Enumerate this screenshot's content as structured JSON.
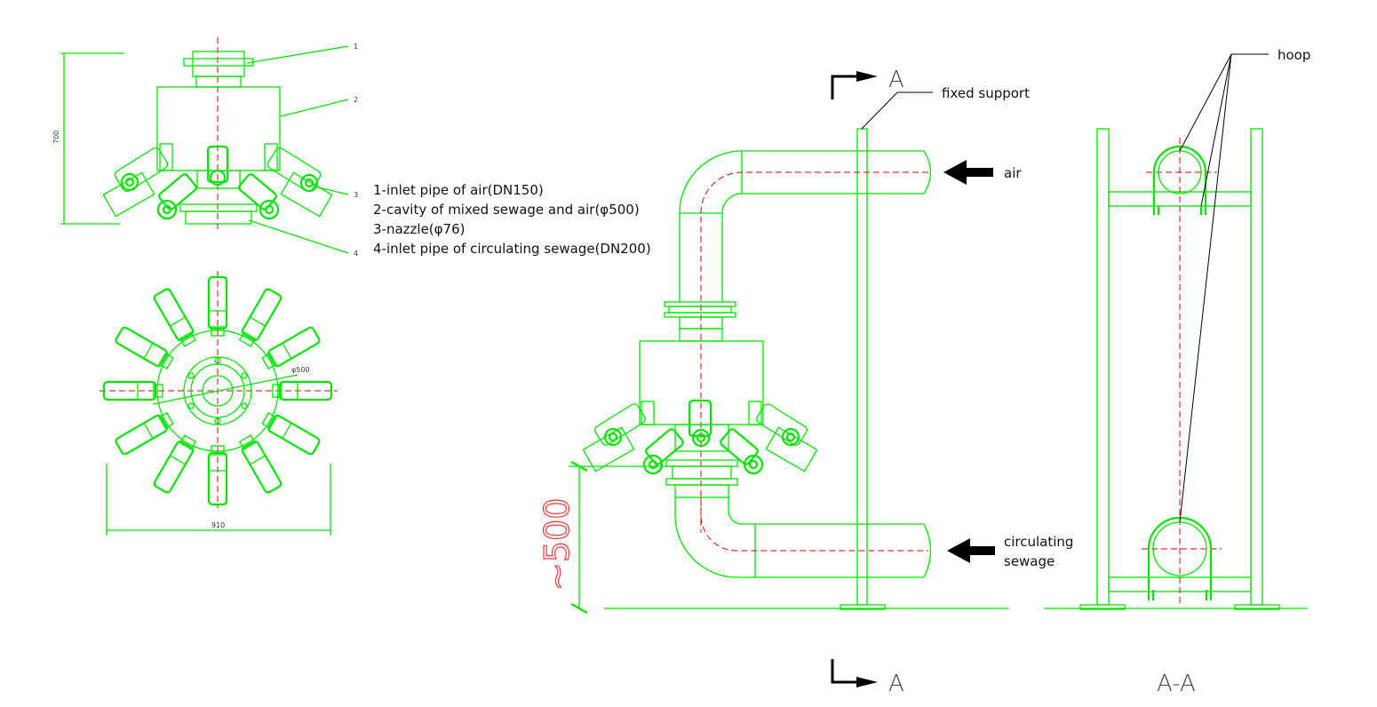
{
  "legend": {
    "line1": "1-inlet pipe of air(DN150)",
    "line2": "2-cavity of mixed sewage and air(φ500)",
    "line3": "3-nazzle(φ76)",
    "line4": "4-inlet pipe of circulating sewage(DN200)"
  },
  "callouts": {
    "c1": "1",
    "c2": "2",
    "c3": "3",
    "c4": "4"
  },
  "dims": {
    "height": "700",
    "width": "910",
    "diameter": "φ500",
    "drop": "~500"
  },
  "labels": {
    "fixed_support": "fixed support",
    "air": "air",
    "circulating": "circulating",
    "sewage": "sewage",
    "hoop": "hoop"
  },
  "section": {
    "mark_top": "A",
    "mark_bottom": "A",
    "title": "A-A"
  }
}
